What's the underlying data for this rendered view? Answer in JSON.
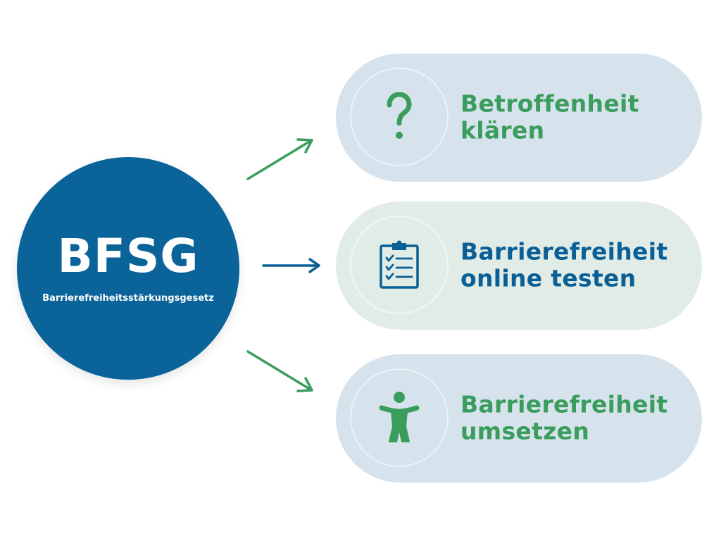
{
  "hub": {
    "title": "BFSG",
    "subtitle": "Barrierefreiheitsstärkungsgesetz"
  },
  "steps": [
    {
      "line1": "Betroffenheit",
      "line2": "klären",
      "icon": "question-mark-icon",
      "color": "#3a9d5d"
    },
    {
      "line1": "Barrierefreiheit",
      "line2": "online testen",
      "icon": "clipboard-checklist-icon",
      "color": "#0a5f96"
    },
    {
      "line1": "Barrierefreiheit",
      "line2": "umsetzen",
      "icon": "accessibility-person-icon",
      "color": "#3a9d5d"
    }
  ],
  "colors": {
    "hub": "#0a6399",
    "green": "#3a9d5d",
    "blue": "#0a5f96",
    "pill_blue": "#d6e3ec",
    "pill_green": "#e1ece7"
  }
}
